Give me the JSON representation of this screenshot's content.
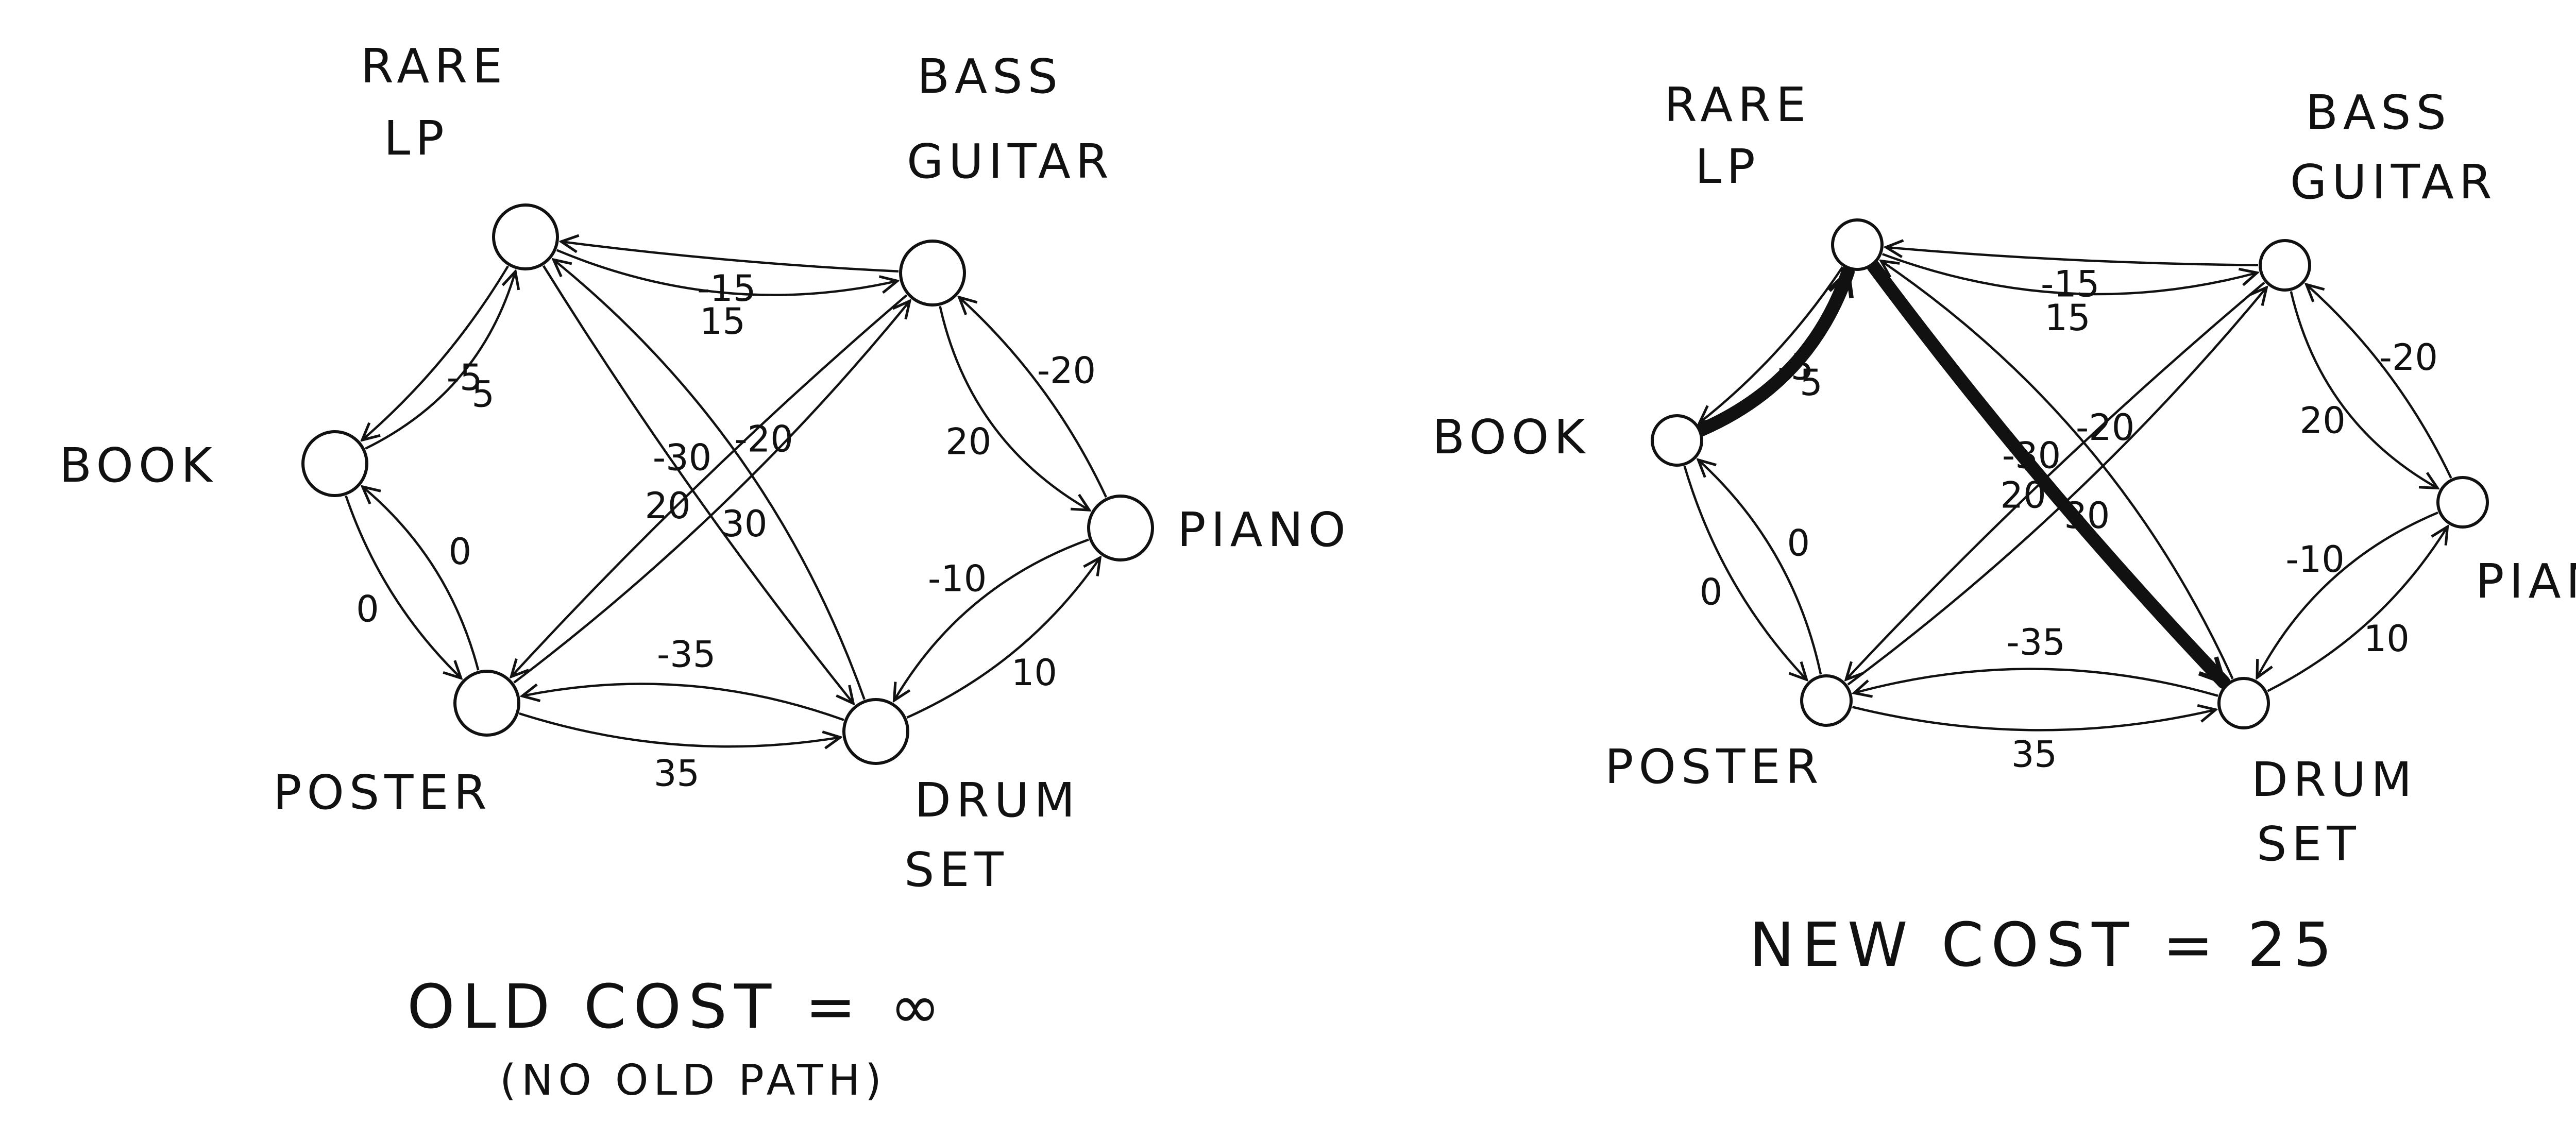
{
  "diagrams": [
    {
      "id": "old",
      "nodes": [
        {
          "key": "rare_lp",
          "label_lines": [
            "RARE",
            "LP"
          ]
        },
        {
          "key": "bass_guitar",
          "label_lines": [
            "BASS",
            "GUITAR"
          ]
        },
        {
          "key": "book",
          "label_lines": [
            "BOOK"
          ]
        },
        {
          "key": "piano",
          "label_lines": [
            "PIANO"
          ]
        },
        {
          "key": "poster",
          "label_lines": [
            "POSTER"
          ]
        },
        {
          "key": "drum_set",
          "label_lines": [
            "DRUM",
            "SET"
          ]
        }
      ],
      "edges": [
        {
          "from": "rare_lp",
          "to": "bass_guitar",
          "weight": "15",
          "highlight": false
        },
        {
          "from": "bass_guitar",
          "to": "rare_lp",
          "weight": "-15",
          "highlight": false
        },
        {
          "from": "book",
          "to": "rare_lp",
          "weight": "5",
          "highlight": false
        },
        {
          "from": "rare_lp",
          "to": "book",
          "weight": "-5",
          "highlight": false
        },
        {
          "from": "rare_lp",
          "to": "drum_set",
          "weight": "20",
          "highlight": false
        },
        {
          "from": "drum_set",
          "to": "rare_lp",
          "weight": "-20",
          "highlight": false
        },
        {
          "from": "bass_guitar",
          "to": "piano",
          "weight": "20",
          "highlight": false
        },
        {
          "from": "piano",
          "to": "bass_guitar",
          "weight": "-20",
          "highlight": false
        },
        {
          "from": "book",
          "to": "poster",
          "weight": "0",
          "highlight": false
        },
        {
          "from": "poster",
          "to": "book",
          "weight": "0",
          "highlight": false
        },
        {
          "from": "poster",
          "to": "bass_guitar",
          "weight": "30",
          "highlight": false
        },
        {
          "from": "bass_guitar",
          "to": "poster",
          "weight": "-30",
          "highlight": false
        },
        {
          "from": "poster",
          "to": "drum_set",
          "weight": "35",
          "highlight": false
        },
        {
          "from": "drum_set",
          "to": "poster",
          "weight": "-35",
          "highlight": false
        },
        {
          "from": "drum_set",
          "to": "piano",
          "weight": "10",
          "highlight": false
        },
        {
          "from": "piano",
          "to": "drum_set",
          "weight": "-10",
          "highlight": false
        }
      ],
      "caption": "OLD COST = ∞",
      "subcaption": "(NO OLD PATH)"
    },
    {
      "id": "new",
      "nodes": [
        {
          "key": "rare_lp",
          "label_lines": [
            "RARE",
            "LP"
          ]
        },
        {
          "key": "bass_guitar",
          "label_lines": [
            "BASS",
            "GUITAR"
          ]
        },
        {
          "key": "book",
          "label_lines": [
            "BOOK"
          ]
        },
        {
          "key": "piano",
          "label_lines": [
            "PIANO"
          ]
        },
        {
          "key": "poster",
          "label_lines": [
            "POSTER"
          ]
        },
        {
          "key": "drum_set",
          "label_lines": [
            "DRUM",
            "SET"
          ]
        }
      ],
      "edges": [
        {
          "from": "rare_lp",
          "to": "bass_guitar",
          "weight": "15",
          "highlight": false
        },
        {
          "from": "bass_guitar",
          "to": "rare_lp",
          "weight": "-15",
          "highlight": false
        },
        {
          "from": "book",
          "to": "rare_lp",
          "weight": "5",
          "highlight": true
        },
        {
          "from": "rare_lp",
          "to": "book",
          "weight": "-5",
          "highlight": false
        },
        {
          "from": "rare_lp",
          "to": "drum_set",
          "weight": "20",
          "highlight": true
        },
        {
          "from": "drum_set",
          "to": "rare_lp",
          "weight": "-20",
          "highlight": false
        },
        {
          "from": "bass_guitar",
          "to": "piano",
          "weight": "20",
          "highlight": false
        },
        {
          "from": "piano",
          "to": "bass_guitar",
          "weight": "-20",
          "highlight": false
        },
        {
          "from": "book",
          "to": "poster",
          "weight": "0",
          "highlight": false
        },
        {
          "from": "poster",
          "to": "book",
          "weight": "0",
          "highlight": false
        },
        {
          "from": "poster",
          "to": "bass_guitar",
          "weight": "30",
          "highlight": false
        },
        {
          "from": "bass_guitar",
          "to": "poster",
          "weight": "-30",
          "highlight": false
        },
        {
          "from": "poster",
          "to": "drum_set",
          "weight": "35",
          "highlight": false
        },
        {
          "from": "drum_set",
          "to": "poster",
          "weight": "-35",
          "highlight": false
        },
        {
          "from": "drum_set",
          "to": "piano",
          "weight": "10",
          "highlight": false
        },
        {
          "from": "piano",
          "to": "drum_set",
          "weight": "-10",
          "highlight": false
        }
      ],
      "caption": "NEW COST = 25",
      "subcaption": ""
    }
  ]
}
